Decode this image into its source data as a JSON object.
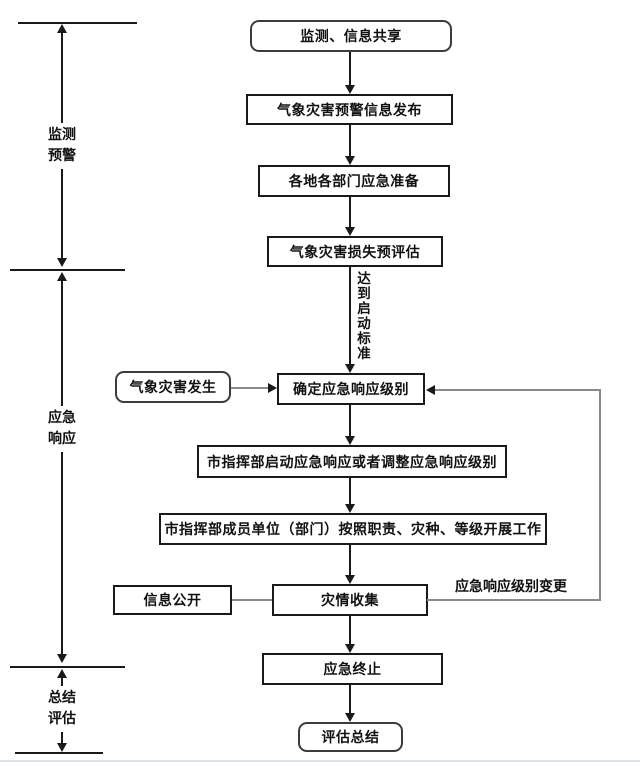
{
  "diagram": {
    "kind": "flowchart",
    "language": "zh-CN",
    "line_color": "#1a1a1a",
    "connector_gray": "#8a8a8a",
    "background": "#ffffff",
    "phases": [
      {
        "id": "monitoring-warning",
        "line1": "监测",
        "line2": "预警"
      },
      {
        "id": "emergency-response",
        "line1": "应急",
        "line2": "响应"
      },
      {
        "id": "summary-evaluation",
        "line1": "总结",
        "line2": "评估"
      }
    ],
    "nodes": {
      "monitor_share": {
        "label": "监测、信息共享",
        "shape": "rounded"
      },
      "warning_release": {
        "label": "气象灾害预警信息发布",
        "shape": "rect"
      },
      "emergency_prep": {
        "label": "各地各部门应急准备",
        "shape": "rect"
      },
      "loss_preassess": {
        "label": "气象灾害损失预评估",
        "shape": "rect"
      },
      "determine_level": {
        "label": "确定应急响应级别",
        "shape": "rect"
      },
      "start_adjust": {
        "label": "市指挥部启动应急响应或者调整应急响应级别",
        "shape": "rect"
      },
      "members_work": {
        "label": "市指挥部成员单位（部门）按照职责、灾种、等级开展工作",
        "shape": "rect"
      },
      "disaster_collect": {
        "label": "灾情收集",
        "shape": "rect"
      },
      "emergency_end": {
        "label": "应急终止",
        "shape": "rect"
      },
      "eval_summary": {
        "label": "评估总结",
        "shape": "rounded"
      },
      "disaster_occur": {
        "label": "气象灾害发生",
        "shape": "rounded"
      },
      "info_public": {
        "label": "信息公开",
        "shape": "rect"
      }
    },
    "edge_labels": {
      "threshold_vertical": "达到启动标准",
      "level_change": "应急响应级别变更"
    }
  }
}
